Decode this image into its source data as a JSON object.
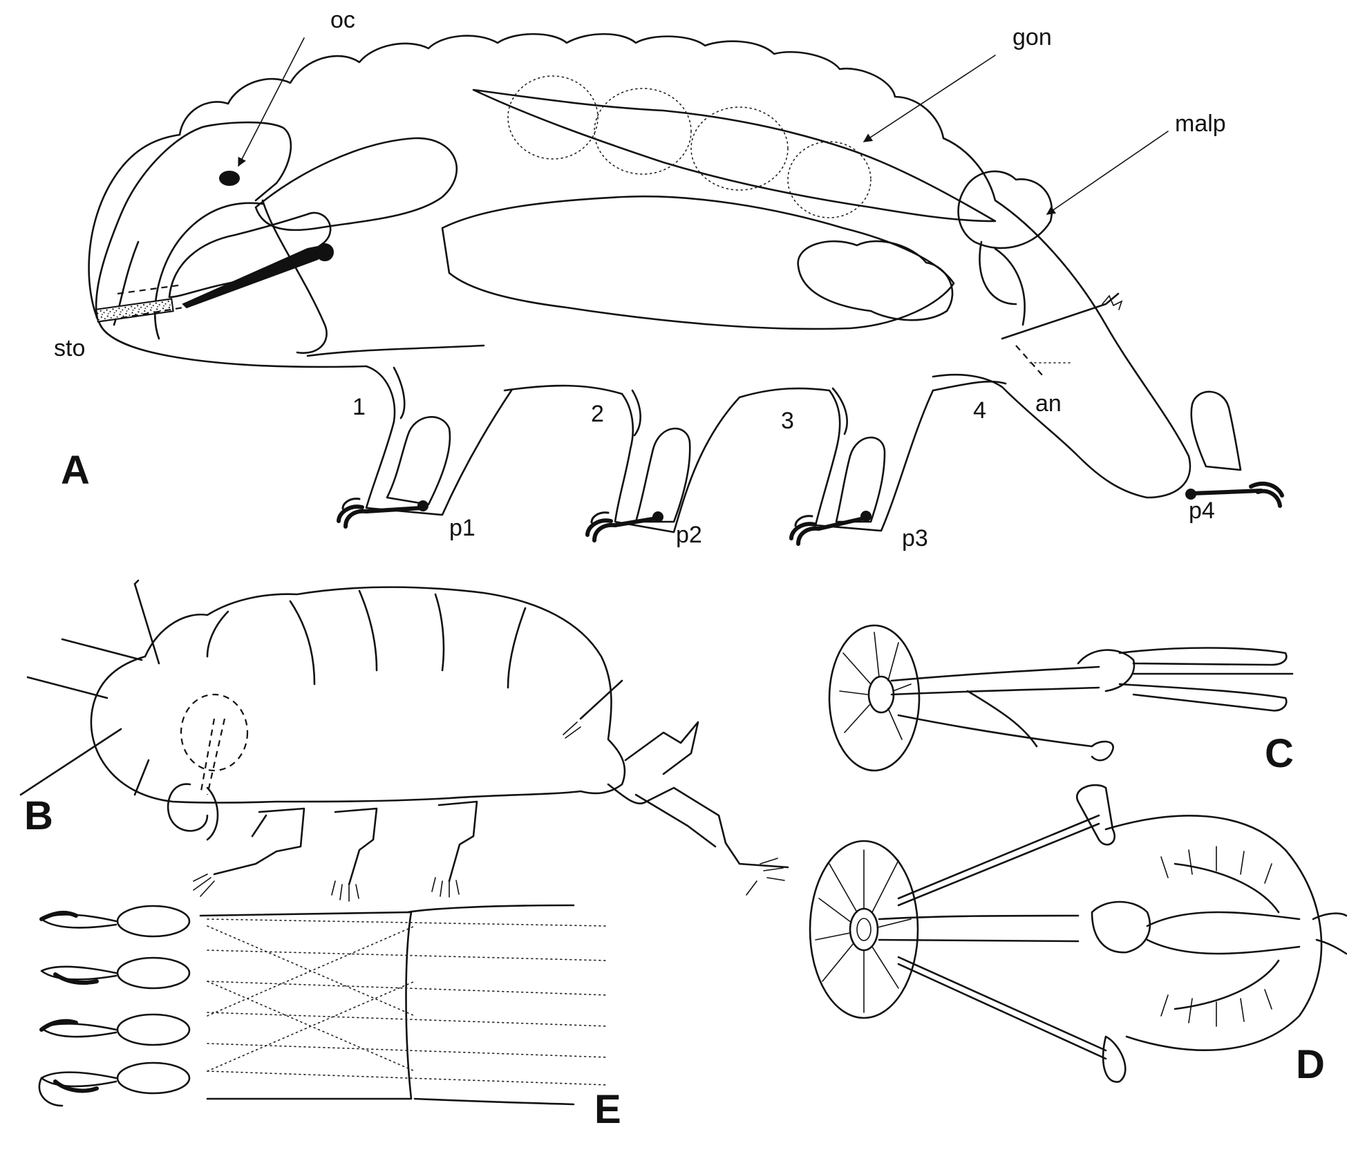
{
  "panel_A": {
    "panel_letter": "A",
    "labels": {
      "oc": "oc",
      "gon": "gon",
      "malp": "malp",
      "sto": "sto",
      "an": "an",
      "leg_1": "1",
      "leg_2": "2",
      "leg_3": "3",
      "leg_4": "4",
      "p1": "p1",
      "p2": "p2",
      "p3": "p3",
      "p4": "p4"
    }
  },
  "panel_B": {
    "panel_letter": "B"
  },
  "panel_C": {
    "panel_letter": "C"
  },
  "panel_D": {
    "panel_letter": "D"
  },
  "panel_E": {
    "panel_letter": "E"
  }
}
